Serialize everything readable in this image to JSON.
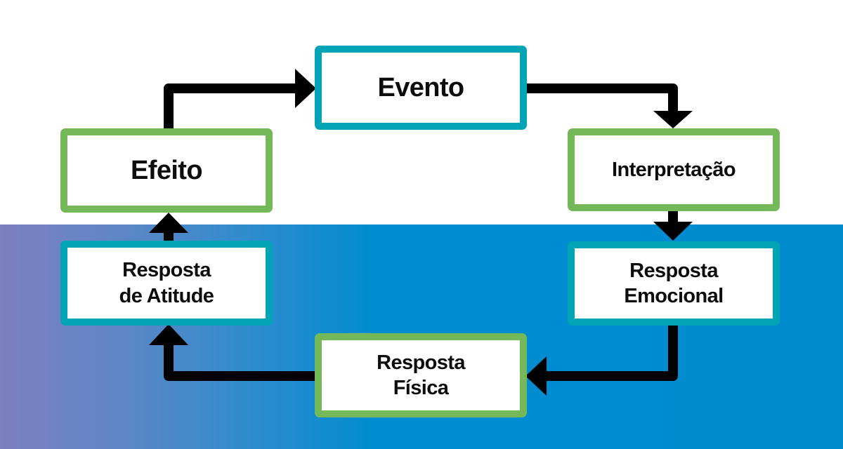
{
  "diagram": {
    "nodes": [
      {
        "id": "evento",
        "lines": [
          "Evento"
        ]
      },
      {
        "id": "interpretacao",
        "lines": [
          "Interpretação"
        ]
      },
      {
        "id": "emocional",
        "lines": [
          "Resposta",
          "Emocional"
        ]
      },
      {
        "id": "fisica",
        "lines": [
          "Resposta",
          "Física"
        ]
      },
      {
        "id": "atitude",
        "lines": [
          "Resposta",
          "de Atitude"
        ]
      },
      {
        "id": "efeito",
        "lines": [
          "Efeito"
        ]
      }
    ],
    "edges": [
      {
        "from": "evento",
        "to": "interpretacao"
      },
      {
        "from": "interpretacao",
        "to": "emocional"
      },
      {
        "from": "emocional",
        "to": "fisica"
      },
      {
        "from": "fisica",
        "to": "atitude"
      },
      {
        "from": "atitude",
        "to": "efeito"
      },
      {
        "from": "efeito",
        "to": "evento"
      }
    ],
    "colors": {
      "teal_border": "#00a4b4",
      "green_border": "#74b85a",
      "arrow": "#000000",
      "band_start": "#7e80bf",
      "band_end": "#008ccf",
      "background": "#ffffff"
    }
  }
}
